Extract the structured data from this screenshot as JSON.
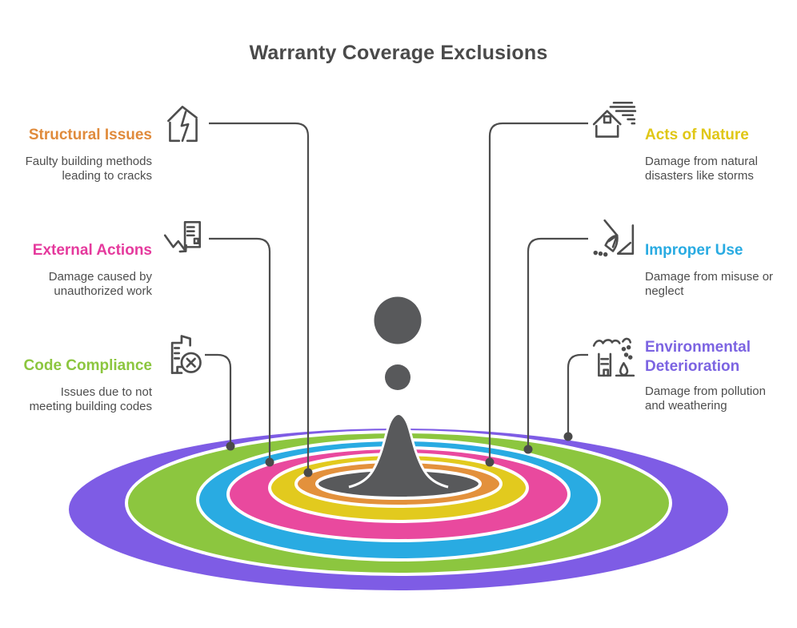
{
  "title": "Warranty Coverage Exclusions",
  "colors": {
    "title_text": "#4a4a4a",
    "description_text": "#4d4d4d",
    "connector_line": "#4d4d4d",
    "connector_dot": "#4a4a4a",
    "icon_stroke": "#4d4d4d",
    "splash_gray": "#58595b",
    "ripple_purple": "#7e5ce5",
    "ripple_green": "#8cc63f",
    "ripple_cyan": "#29abe2",
    "ripple_pink": "#e9499e",
    "ripple_yellow": "#e2ca1e",
    "ripple_orange": "#e3913c"
  },
  "items": [
    {
      "title": "Structural Issues",
      "description": "Faulty building methods leading to cracks",
      "color": "#e08b3c",
      "icon": "cracked-house-icon"
    },
    {
      "title": "External Actions",
      "description": "Damage caused by unauthorized work",
      "color": "#e53a9d",
      "icon": "building-falling-arrow-icon"
    },
    {
      "title": "Code Compliance",
      "description": "Issues due to not meeting building codes",
      "color": "#8cc63f",
      "icon": "building-x-circle-icon"
    },
    {
      "title": "Acts of Nature",
      "description": "Damage from natural disasters like storms",
      "color": "#e0c716",
      "icon": "house-storm-wind-icon"
    },
    {
      "title": "Improper Use",
      "description": "Damage from misuse or neglect",
      "color": "#29abe2",
      "icon": "broom-sweep-icon"
    },
    {
      "title": "Environmental Deterioration",
      "description": "Damage from pollution and weathering",
      "color": "#7c64e2",
      "icon": "pollution-building-icon"
    }
  ]
}
